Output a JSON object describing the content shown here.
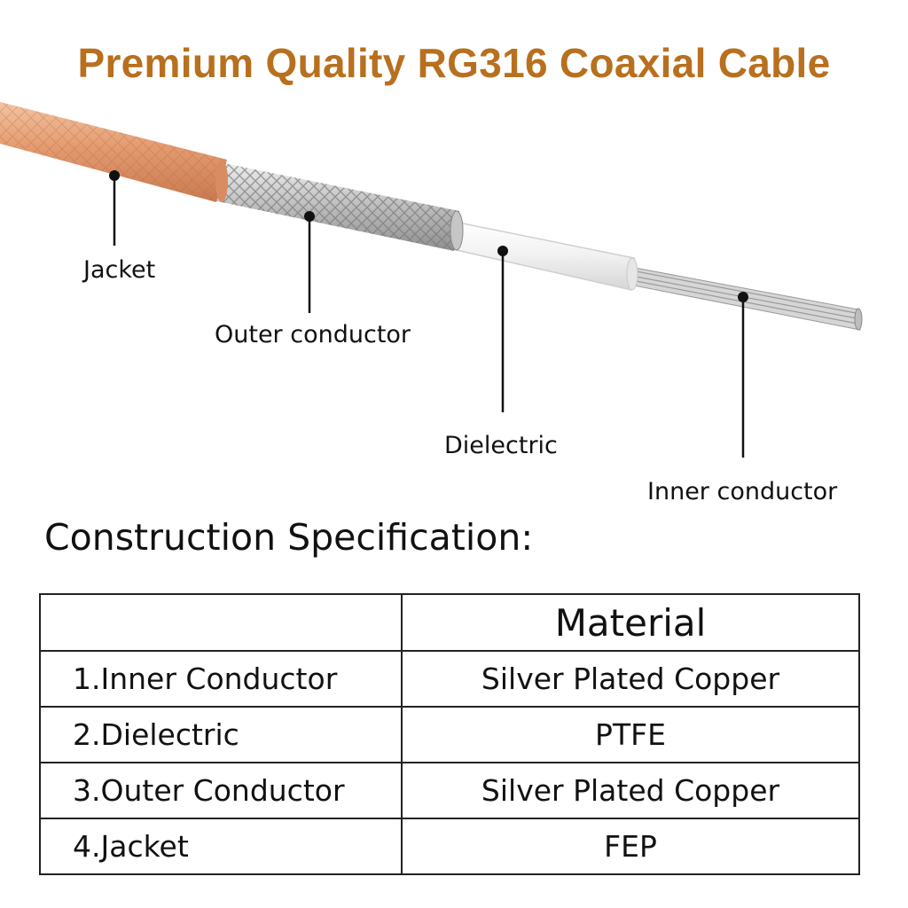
{
  "title": "Premium Quality RG316 Coaxial Cable",
  "callouts": {
    "jacket": "Jacket",
    "outer_conductor": "Outer conductor",
    "dielectric": "Dielectric",
    "inner_conductor": "Inner conductor"
  },
  "spec": {
    "heading": "Construction Specification:",
    "columns": [
      "",
      "Material"
    ],
    "rows": [
      {
        "name": "1.Inner Conductor",
        "material": "Silver Plated Copper"
      },
      {
        "name": "2.Dielectric",
        "material": "PTFE"
      },
      {
        "name": "3.Outer Conductor",
        "material": "Silver Plated Copper"
      },
      {
        "name": "4.Jacket",
        "material": "FEP"
      }
    ]
  },
  "colors": {
    "title": "#b8701e",
    "jacket": "#e0a07a",
    "braid": "#c8c8c8",
    "dielectric": "#f2f2f2",
    "inner": "#cfcfcf"
  }
}
